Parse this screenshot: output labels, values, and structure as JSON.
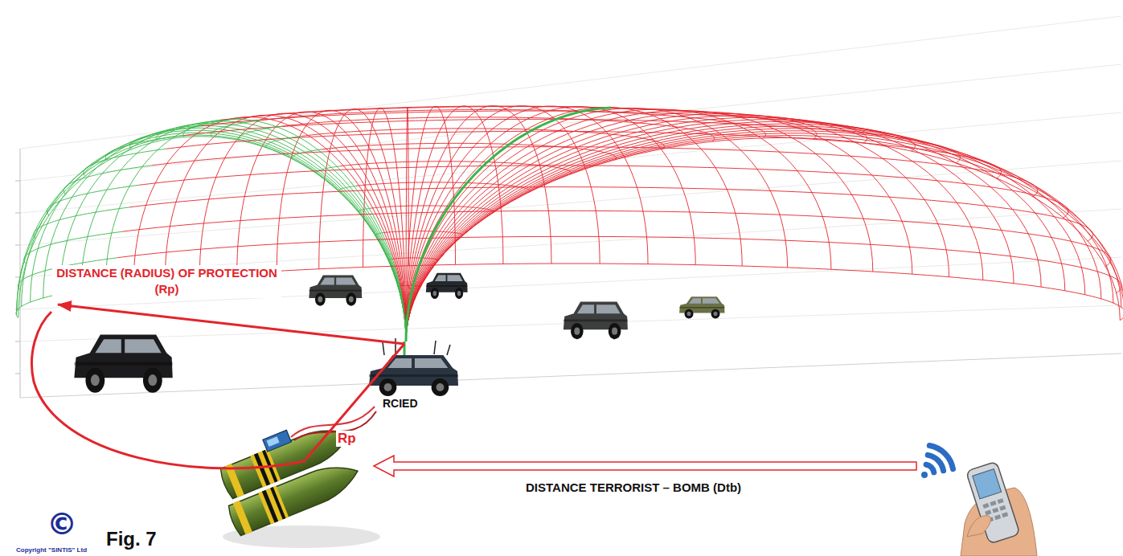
{
  "diagram": {
    "caption": "Fig. 7",
    "labels": [
      "DISTANCE (RADIUS) OF PROTECTION (Rp)",
      "Rp",
      "RCIED",
      "DISTANCE TERRORIST – BOMB (Dtb)",
      "©",
      "Copyright \"SINTIS\" Ltd"
    ]
  }
}
